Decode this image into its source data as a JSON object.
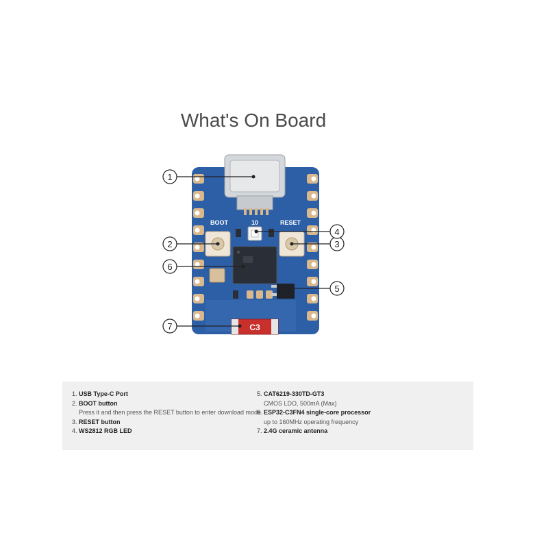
{
  "title": "What's On Board",
  "board_silkscreen": {
    "boot_label": "BOOT",
    "reset_label": "RESET",
    "pin_label": "10",
    "antenna_mark": "C3"
  },
  "callouts": [
    "1",
    "2",
    "3",
    "4",
    "5",
    "6",
    "7"
  ],
  "legend": {
    "items": [
      {
        "num": "1.",
        "title": "USB Type-C Port",
        "desc": ""
      },
      {
        "num": "2.",
        "title": "BOOT button",
        "desc": "Press it and then press the RESET button to enter download mode"
      },
      {
        "num": "3.",
        "title": "RESET button",
        "desc": ""
      },
      {
        "num": "4.",
        "title": "WS2812 RGB LED",
        "desc": ""
      },
      {
        "num": "5.",
        "title": "CAT6219-330TD-GT3",
        "desc": "CMOS LDO, 500mA (Max)"
      },
      {
        "num": "6.",
        "title": "ESP32-C3FN4 single-core processor",
        "desc": "up to 160MHz operating frequency"
      },
      {
        "num": "7.",
        "title": "2.4G ceramic antenna",
        "desc": ""
      }
    ]
  },
  "colors": {
    "pcb": "#2d5fa6",
    "pcb_dark": "#234f8e",
    "pad": "#d8b88c",
    "usb_metal": "#d4d7db",
    "antenna": "#c9302c",
    "chip": "#2a2e36",
    "callout_line": "#222222"
  }
}
